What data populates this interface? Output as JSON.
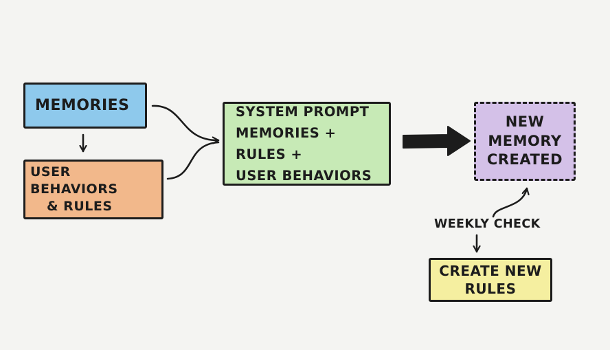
{
  "colors": {
    "memories": "#8ec9ec",
    "behaviors": "#f2b88b",
    "system": "#c7eab6",
    "new_memory": "#d4c1e8",
    "create_rules": "#f5efa0",
    "ink": "#1c1c1c"
  },
  "nodes": {
    "memories": {
      "line1": "MEMORIES"
    },
    "behaviors": {
      "line1": "USER BEHAVIORS",
      "line2": "& RULES"
    },
    "system": {
      "line1": "SYSTEM PROMPT",
      "line2": "MEMORIES + RULES +",
      "line3": "USER BEHAVIORS"
    },
    "new_memory": {
      "line1": "NEW",
      "line2": "MEMORY",
      "line3": "CREATED"
    },
    "create_rules": {
      "line1": "CREATE NEW",
      "line2": "RULES"
    }
  },
  "labels": {
    "weekly_check": "WEEKLY CHECK"
  },
  "edges": [
    {
      "from": "memories",
      "to": "behaviors"
    },
    {
      "from": "memories",
      "to": "system"
    },
    {
      "from": "behaviors",
      "to": "system"
    },
    {
      "from": "system",
      "to": "new_memory"
    },
    {
      "from": "weekly_check",
      "to": "new_memory"
    },
    {
      "from": "weekly_check",
      "to": "create_rules"
    }
  ]
}
